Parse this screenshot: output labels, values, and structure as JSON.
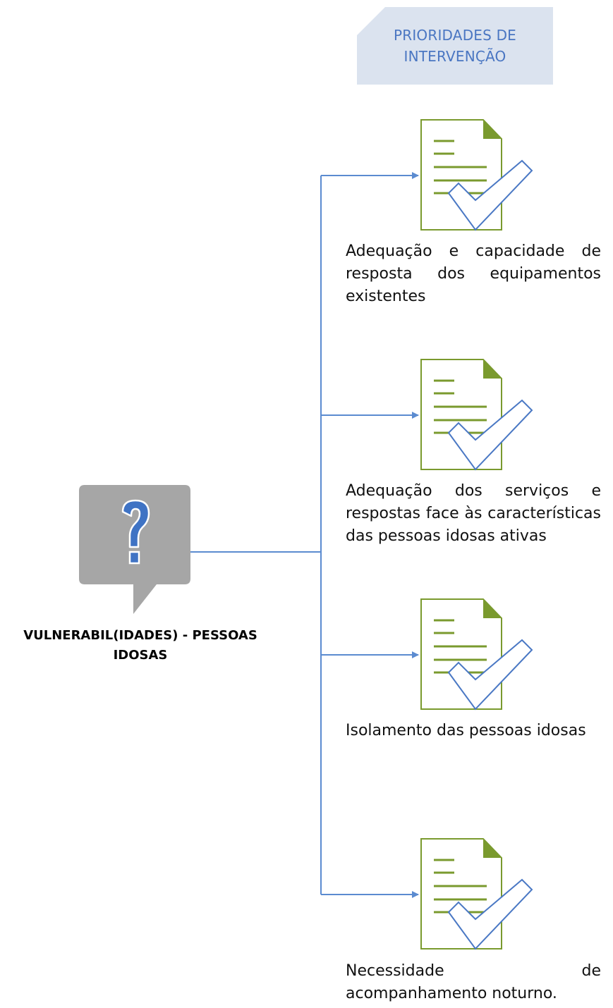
{
  "header": {
    "label": "PRIORIDADES DE INTERVENÇÃO"
  },
  "source": {
    "icon": "question-bubble-icon",
    "label": "VULNERABIL(IDADES) - PESSOAS IDOSAS"
  },
  "items": [
    {
      "icon": "document-check-icon",
      "label": "Adequação e capacidade de resposta dos equipamentos existentes"
    },
    {
      "icon": "document-check-icon",
      "label": "Adequação dos serviços e respostas face às características das pessoas idosas ativas"
    },
    {
      "icon": "document-check-icon",
      "label": "Isolamento das pessoas idosas"
    },
    {
      "icon": "document-check-icon",
      "label": "Necessidade de acompanhamento noturno."
    }
  ],
  "colors": {
    "connector": "#5b8bd0",
    "doc_outline": "#7a9a2e",
    "doc_fold": "#7a9a2e",
    "check": "#4a78c4",
    "bubble": "#a6a6a6",
    "question": "#3f73c4",
    "header_bg": "#dbe3ef",
    "header_text": "#4a76c2"
  }
}
